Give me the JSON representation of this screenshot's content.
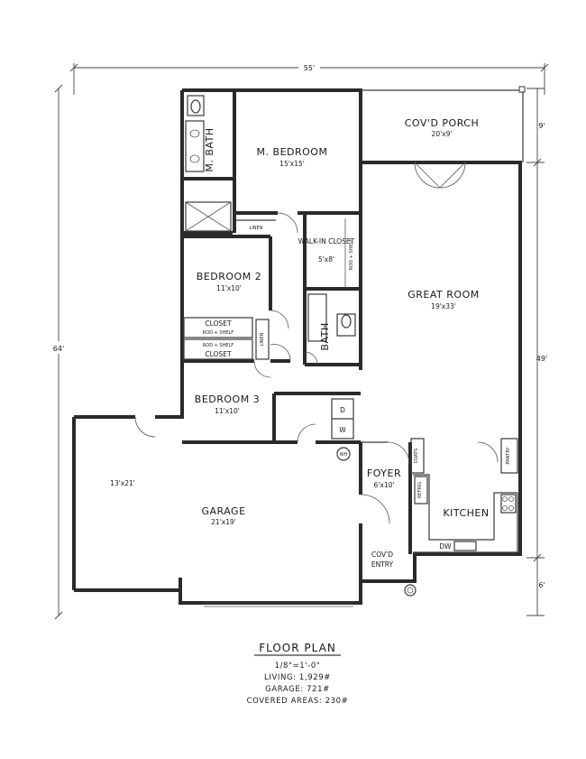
{
  "dimensions": {
    "overall_width": "55'",
    "overall_depth": "64'",
    "porch_depth": "9'",
    "main_depth": "49'",
    "entry_depth": "6'"
  },
  "rooms": {
    "cov_porch": {
      "name": "COV'D PORCH",
      "size": "20'x9'"
    },
    "master_bedroom": {
      "name": "M. BEDROOM",
      "size": "15'x15'"
    },
    "master_bath": {
      "name": "M. BATH"
    },
    "linen_1": "LINEN",
    "walk_in_closet": {
      "name": "WALK-IN CLOSET",
      "size": "5'x8'",
      "shelf": "ROD + SHELF"
    },
    "bedroom_2": {
      "name": "BEDROOM 2",
      "size": "11'x10'"
    },
    "closet_2": {
      "name": "CLOSET",
      "shelf": "ROD + SHELF"
    },
    "closet_3": {
      "name": "CLOSET",
      "shelf": "ROD + SHELF"
    },
    "linen_2": "LINEN",
    "bath": {
      "name": "BATH"
    },
    "great_room": {
      "name": "GREAT ROOM",
      "size": "19'x33'"
    },
    "bedroom_3": {
      "name": "BEDROOM 3",
      "size": "11'x10'"
    },
    "laundry": {
      "washer": "W",
      "dryer": "D"
    },
    "water_heater": "WH",
    "coats": "COATS",
    "pantry": "PANTRY",
    "refrig": "REFRIG",
    "foyer": {
      "name": "FOYER",
      "size": "6'x10'"
    },
    "kitchen": {
      "name": "KITCHEN",
      "dishwasher": "DW"
    },
    "garage": {
      "name": "GARAGE",
      "size": "21'x19'",
      "alt_size": "13'x21'"
    },
    "cov_entry": {
      "name": "COV'D ENTRY"
    }
  },
  "caption": {
    "title": "FLOOR PLAN",
    "scale": "1/8\"=1'-0\"",
    "living": "LIVING: 1,929#",
    "garage": "GARAGE: 721#",
    "covered": "COVERED AREAS: 230#"
  }
}
